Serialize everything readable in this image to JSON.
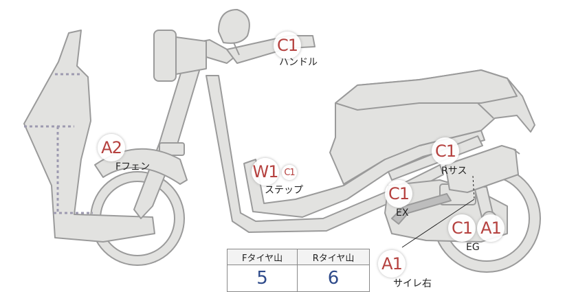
{
  "markers": {
    "handle": {
      "code": "C1",
      "label": "ハンドル"
    },
    "front_fender": {
      "code": "A2",
      "label": "Fフェン"
    },
    "step": {
      "code": "W1",
      "code_secondary": "C1",
      "label": "ステップ"
    },
    "rear_suspension": {
      "code": "C1",
      "label": "Rサス"
    },
    "exhaust": {
      "code": "C1",
      "label": "EX"
    },
    "engine": {
      "code": "C1",
      "code_secondary": "A1",
      "label": "EG"
    },
    "muffler_right": {
      "code": "A1",
      "label": "サイレ右"
    }
  },
  "tread_table": {
    "headers": [
      "Fタイヤ山",
      "Rタイヤ山"
    ],
    "values": [
      "5",
      "6"
    ]
  },
  "colors": {
    "body_fill": "#e2e2e0",
    "body_stroke": "#9a9a9a",
    "dotted_line": "#9d9ab0",
    "marker_text": "#b5413f",
    "table_value": "#2e4a8a"
  }
}
